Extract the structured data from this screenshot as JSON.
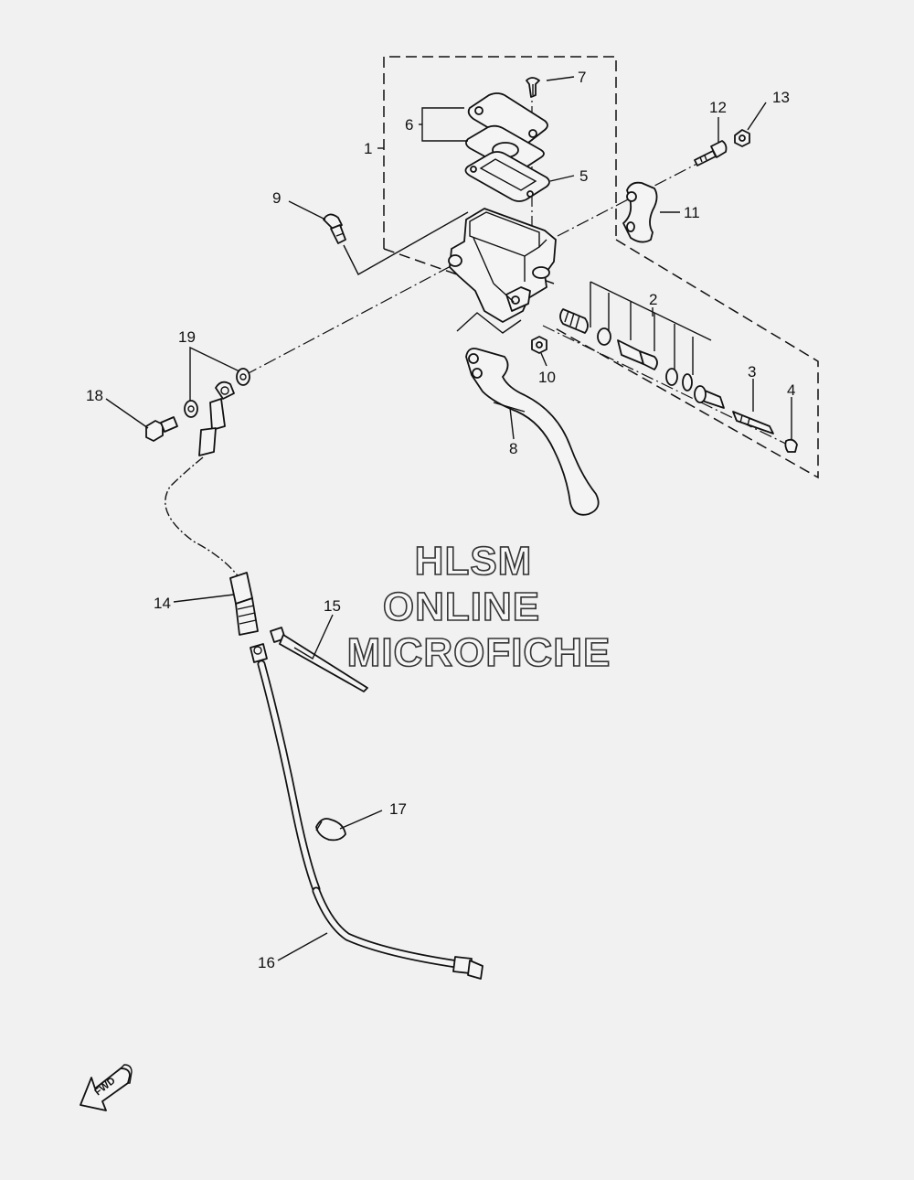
{
  "diagram": {
    "callouts": [
      {
        "id": "1",
        "label": "1"
      },
      {
        "id": "2",
        "label": "2"
      },
      {
        "id": "3",
        "label": "3"
      },
      {
        "id": "4",
        "label": "4"
      },
      {
        "id": "5",
        "label": "5"
      },
      {
        "id": "6",
        "label": "6"
      },
      {
        "id": "7",
        "label": "7"
      },
      {
        "id": "8",
        "label": "8"
      },
      {
        "id": "9",
        "label": "9"
      },
      {
        "id": "10",
        "label": "10"
      },
      {
        "id": "11",
        "label": "11"
      },
      {
        "id": "12",
        "label": "12"
      },
      {
        "id": "13",
        "label": "13"
      },
      {
        "id": "14",
        "label": "14"
      },
      {
        "id": "15",
        "label": "15"
      },
      {
        "id": "16",
        "label": "16"
      },
      {
        "id": "17",
        "label": "17"
      },
      {
        "id": "18",
        "label": "18"
      },
      {
        "id": "19",
        "label": "19"
      }
    ],
    "watermark": {
      "line1": "HLSM",
      "line2": "ONLINE",
      "line3": "MICROFICHE"
    },
    "direction_arrow": {
      "label": "FWD",
      "icon": "forward-arrow-icon"
    }
  }
}
